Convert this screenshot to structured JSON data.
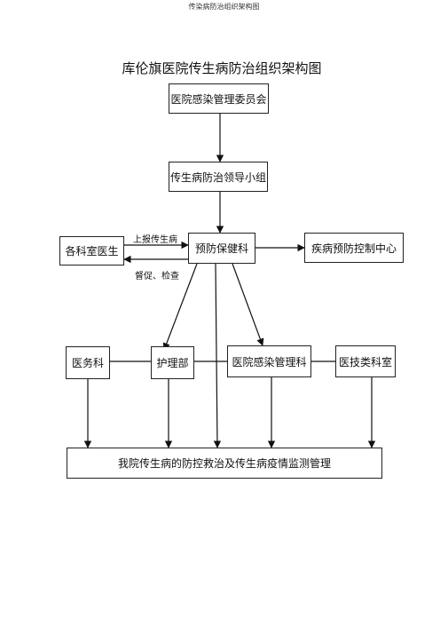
{
  "header": {
    "text": "传染病防治组织架构图"
  },
  "diagram": {
    "title": "库伦旗医院传生病防治组织架构图",
    "nodes": {
      "committee": "医院感染管理委员会",
      "leading_group": "传生病防治领导小组",
      "departments": "各科室医生",
      "prevention": "预防保健科",
      "cdc": "疾病预防控制中心",
      "medical_affairs": "医务科",
      "nursing": "护理部",
      "infection_mgmt": "医院感染管理科",
      "medical_tech": "医技类科室",
      "outcome": "我院传生病的防控救治及传生病疫情监测管理"
    },
    "edge_labels": {
      "report": "上报传生病",
      "supervise": "督促、检查"
    }
  }
}
